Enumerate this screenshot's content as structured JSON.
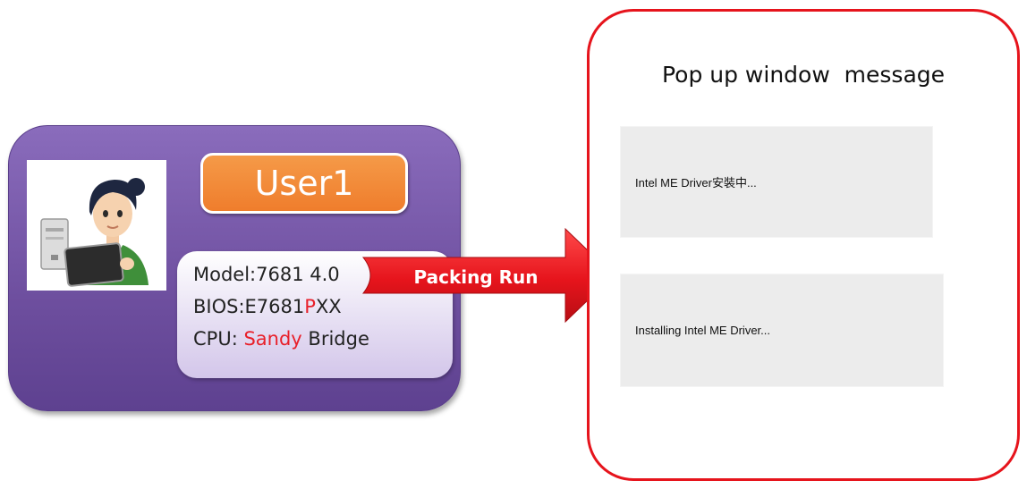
{
  "user_card": {
    "name": "User1",
    "model": "Model:7681 4.0",
    "bios_prefix": "BIOS:E7681",
    "bios_highlight": "P",
    "bios_suffix": "XX",
    "cpu_prefix": "CPU: ",
    "cpu_highlight": "Sandy",
    "cpu_suffix": " Bridge",
    "avatar_icon": "user-with-pc-icon"
  },
  "arrow": {
    "label": "Packing Run",
    "icon": "right-arrow-icon"
  },
  "popup": {
    "title": "Pop up window  message",
    "messages": [
      "Intel ME Driver安裝中...",
      "Installing Intel ME Driver..."
    ]
  },
  "colors": {
    "card_purple": "#6e4f9f",
    "badge_orange": "#ef7d2c",
    "accent_red": "#e6141c"
  }
}
